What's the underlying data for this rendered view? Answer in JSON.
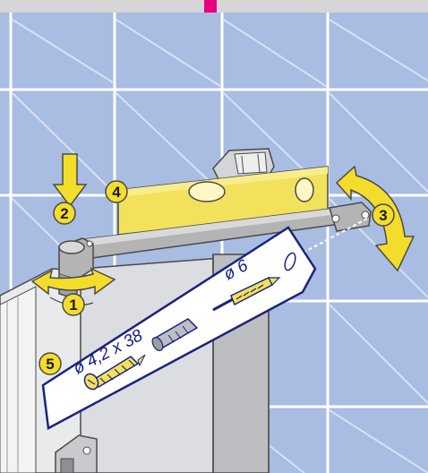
{
  "steps": {
    "step1": "1",
    "step2": "2",
    "step3": "3",
    "step4": "4",
    "step5": "5"
  },
  "labels": {
    "drill_diameter": "ø 6",
    "screw_size": "ø 4,2 x 38"
  },
  "colors": {
    "tile": "#a9bce2",
    "tile_grout": "#ffffff",
    "top_band": "#d6d6d6",
    "accent": "#e6007e",
    "arrow_yellow": "#f4dd2a",
    "level_yellow": "#f2e15a",
    "panel_outline": "#1a237e",
    "metal": "#b4b4b4"
  },
  "icons": [
    "down-arrow-icon",
    "rotate-arrow-icon",
    "swing-arrow-icon",
    "spirit-level-icon",
    "drill-bit-icon",
    "wall-plug-icon",
    "screw-icon"
  ]
}
